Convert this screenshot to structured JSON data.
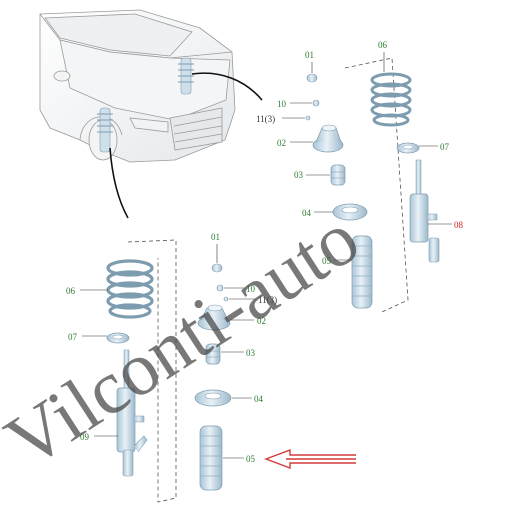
{
  "watermark": "Vilconti-auto",
  "colors": {
    "part_fill": "#dbe9f2",
    "part_stroke": "#7d9cb0",
    "label_green": "#2e7d32",
    "label_red": "#cc2222",
    "line": "#333333",
    "dash": "#555555",
    "arrow": "#d23a3a",
    "watermark": "#444444"
  },
  "labels": {
    "r01": "01",
    "r10": "10",
    "r11": "11(3)",
    "r02": "02",
    "r03": "03",
    "r04": "04",
    "r05": "05",
    "r06": "06",
    "r07": "07",
    "r08": "08",
    "l01": "01",
    "l10": "10",
    "l11": "11(3)",
    "l02": "02",
    "l03": "03",
    "l04": "04",
    "l05": "05",
    "l06": "06",
    "l07": "07",
    "l09": "09"
  }
}
